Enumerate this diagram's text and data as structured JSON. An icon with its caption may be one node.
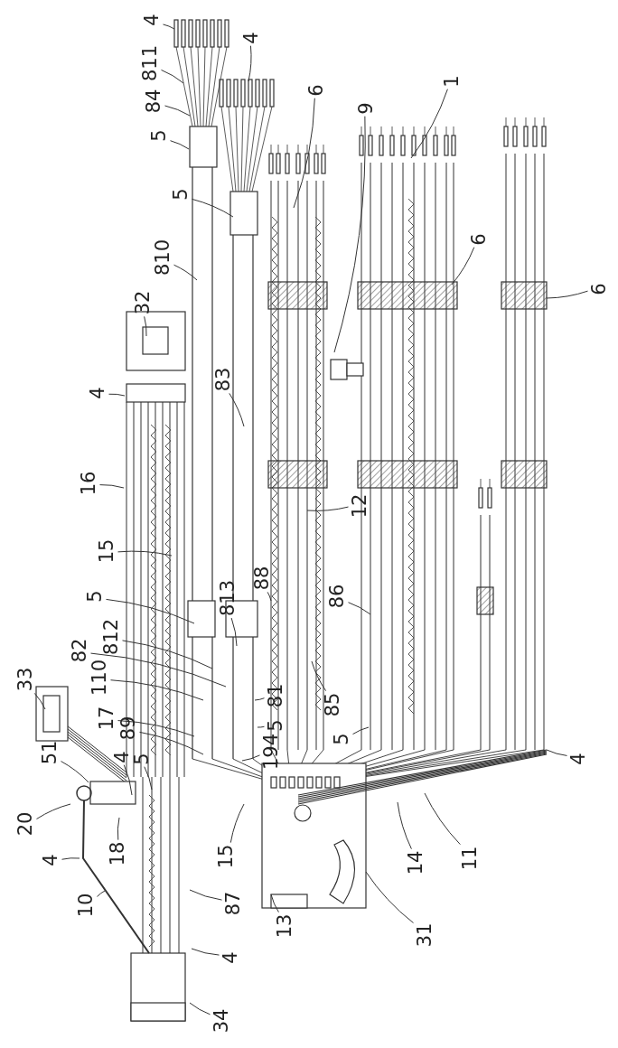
{
  "diagram": {
    "nodes": [
      {
        "text": [
          "4"
        ]
      },
      {
        "text": [
          "811"
        ]
      },
      {
        "text": [
          "84"
        ]
      },
      {
        "text": [
          "5"
        ]
      },
      {
        "text": [
          "4"
        ]
      },
      {
        "text": [
          "5"
        ]
      },
      {
        "text": [
          "810"
        ]
      },
      {
        "text": [
          "6"
        ]
      },
      {
        "text": [
          "9"
        ]
      },
      {
        "text": [
          "1"
        ]
      },
      {
        "text": [
          "6"
        ]
      },
      {
        "text": [
          "6"
        ]
      },
      {
        "text": [
          "32"
        ]
      },
      {
        "text": [
          "83"
        ]
      },
      {
        "text": [
          "4"
        ]
      },
      {
        "text": [
          "16"
        ]
      },
      {
        "text": [
          "12"
        ]
      },
      {
        "text": [
          "15"
        ]
      },
      {
        "text": [
          "5"
        ]
      },
      {
        "text": [
          "88"
        ]
      },
      {
        "text": [
          "86"
        ]
      },
      {
        "text": [
          "813"
        ]
      },
      {
        "text": [
          "812"
        ]
      },
      {
        "text": [
          "82"
        ]
      },
      {
        "text": [
          "110"
        ]
      },
      {
        "text": [
          "33"
        ]
      },
      {
        "text": [
          "17"
        ]
      },
      {
        "text": [
          "89"
        ]
      },
      {
        "text": [
          "81"
        ]
      },
      {
        "text": [
          "5"
        ]
      },
      {
        "text": [
          "85"
        ]
      },
      {
        "text": [
          "5"
        ]
      },
      {
        "text": [
          "4"
        ]
      },
      {
        "text": [
          "5"
        ]
      },
      {
        "text": [
          "194"
        ]
      },
      {
        "text": [
          "51"
        ]
      },
      {
        "text": [
          "20"
        ]
      },
      {
        "text": [
          "4"
        ]
      },
      {
        "text": [
          "18"
        ]
      },
      {
        "text": [
          "10"
        ]
      },
      {
        "text": [
          "15"
        ]
      },
      {
        "text": [
          "87"
        ]
      },
      {
        "text": [
          "4"
        ]
      },
      {
        "text": [
          "34"
        ]
      },
      {
        "text": [
          "13"
        ]
      },
      {
        "text": [
          "14"
        ]
      },
      {
        "text": [
          "11"
        ]
      },
      {
        "text": [
          "31"
        ]
      },
      {
        "text": [
          "4"
        ]
      }
    ],
    "edges": [
      {
        "from": 0,
        "to": null,
        "arrow": "none"
      },
      {
        "from": 1,
        "to": null,
        "arrow": "none"
      },
      {
        "from": 2,
        "to": null,
        "arrow": "none"
      },
      {
        "from": 3,
        "to": null,
        "arrow": "none"
      },
      {
        "from": 4,
        "to": null,
        "arrow": "none"
      },
      {
        "from": 5,
        "to": null,
        "arrow": "none"
      },
      {
        "from": 6,
        "to": null,
        "arrow": "none"
      },
      {
        "from": 7,
        "to": null,
        "arrow": "none"
      },
      {
        "from": 8,
        "to": null,
        "arrow": "none"
      },
      {
        "from": 9,
        "to": null,
        "arrow": "none"
      },
      {
        "from": 10,
        "to": null,
        "arrow": "none"
      },
      {
        "from": 11,
        "to": null,
        "arrow": "none"
      },
      {
        "from": 12,
        "to": null,
        "arrow": "none"
      },
      {
        "from": 13,
        "to": null,
        "arrow": "none"
      },
      {
        "from": 14,
        "to": null,
        "arrow": "none"
      },
      {
        "from": 15,
        "to": null,
        "arrow": "none"
      },
      {
        "from": 16,
        "to": null,
        "arrow": "none"
      },
      {
        "from": 17,
        "to": null,
        "arrow": "none"
      },
      {
        "from": 18,
        "to": null,
        "arrow": "none"
      },
      {
        "from": 19,
        "to": null,
        "arrow": "none"
      },
      {
        "from": 20,
        "to": null,
        "arrow": "none"
      },
      {
        "from": 21,
        "to": null,
        "arrow": "none"
      },
      {
        "from": 22,
        "to": null,
        "arrow": "none"
      },
      {
        "from": 23,
        "to": null,
        "arrow": "none"
      },
      {
        "from": 24,
        "to": null,
        "arrow": "none"
      },
      {
        "from": 25,
        "to": null,
        "arrow": "none"
      },
      {
        "from": 26,
        "to": null,
        "arrow": "none"
      },
      {
        "from": 27,
        "to": null,
        "arrow": "none"
      },
      {
        "from": 28,
        "to": null,
        "arrow": "none"
      },
      {
        "from": 29,
        "to": null,
        "arrow": "none"
      },
      {
        "from": 30,
        "to": null,
        "arrow": "none"
      },
      {
        "from": 31,
        "to": null,
        "arrow": "none"
      },
      {
        "from": 32,
        "to": null,
        "arrow": "none"
      },
      {
        "from": 33,
        "to": null,
        "arrow": "none"
      },
      {
        "from": 34,
        "to": null,
        "arrow": "none"
      },
      {
        "from": 35,
        "to": null,
        "arrow": "none"
      },
      {
        "from": 36,
        "to": null,
        "arrow": "none"
      },
      {
        "from": 37,
        "to": null,
        "arrow": "none"
      },
      {
        "from": 38,
        "to": null,
        "arrow": "none"
      },
      {
        "from": 39,
        "to": null,
        "arrow": "none"
      },
      {
        "from": 40,
        "to": null,
        "arrow": "none"
      },
      {
        "from": 41,
        "to": null,
        "arrow": "none"
      },
      {
        "from": 42,
        "to": null,
        "arrow": "none"
      },
      {
        "from": 43,
        "to": null,
        "arrow": "none"
      },
      {
        "from": 44,
        "to": null,
        "arrow": "none"
      },
      {
        "from": 45,
        "to": null,
        "arrow": "none"
      },
      {
        "from": 46,
        "to": null,
        "arrow": "none"
      },
      {
        "from": 47,
        "to": null,
        "arrow": "none"
      },
      {
        "from": 48,
        "to": null,
        "arrow": "none"
      }
    ]
  }
}
